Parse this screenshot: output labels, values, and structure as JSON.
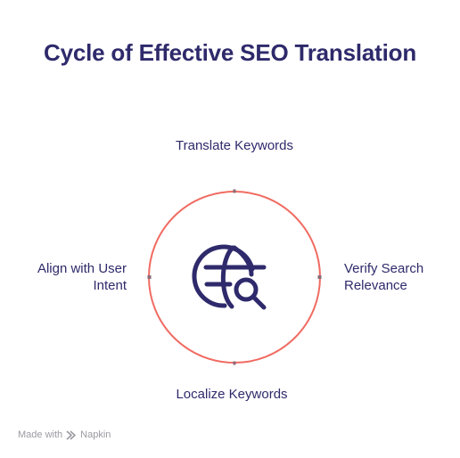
{
  "title": "Cycle of Effective SEO Translation",
  "center_icon": "globe-search-icon",
  "steps": {
    "top": "Translate Keywords",
    "right": "Verify Search Relevance",
    "bottom": "Localize Keywords",
    "left": "Align with User Intent"
  },
  "footer": {
    "made_with": "Made with",
    "brand": "Napkin",
    "brand_icon": "napkin-logo-icon"
  },
  "colors": {
    "title": "#2e2a6b",
    "circle": "#f06b62",
    "icon": "#2e2a6b",
    "marker": "#8a6d7a",
    "footer": "#9a9aa2"
  }
}
